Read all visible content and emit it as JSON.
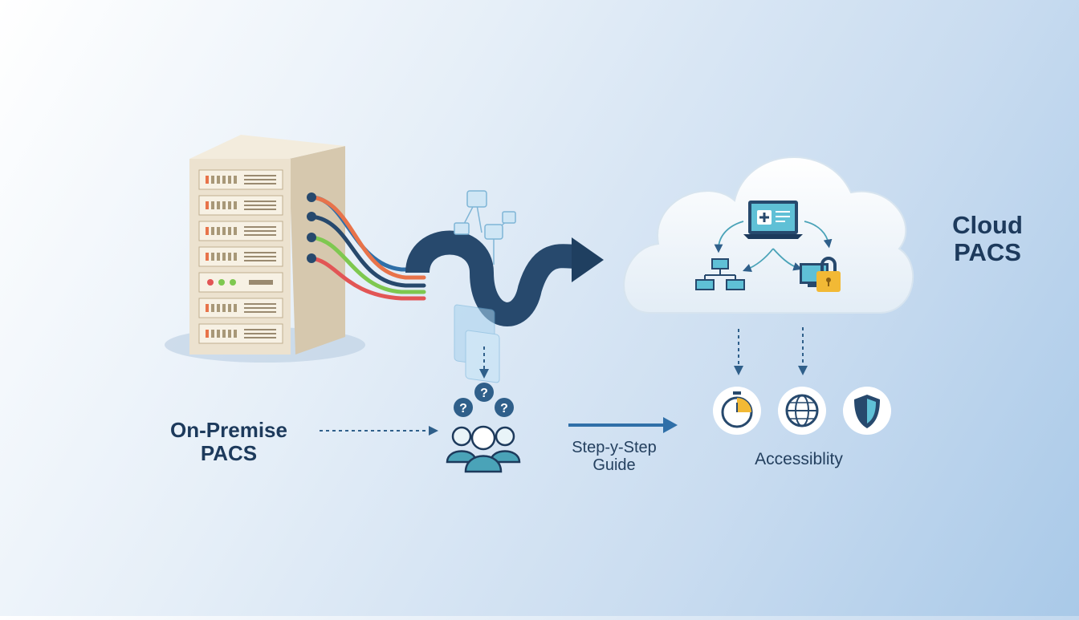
{
  "labels": {
    "on_premise": [
      "On-Premise",
      "PACS"
    ],
    "cloud": [
      "Cloud",
      "PACS"
    ],
    "guide": [
      "Step-y-Step",
      "Guide"
    ],
    "accessibility": "Accessiblity"
  },
  "colors": {
    "server_body": "#ece2cf",
    "server_side": "#d8cbb2",
    "pipe_dark": "#27496d",
    "cable_orange": "#e8734a",
    "cable_green": "#7ec850",
    "cable_red": "#e25555",
    "cable_blue": "#2f6fa8",
    "icon_teal": "#4aa3b8",
    "lock_yellow": "#f2b935",
    "text_dark": "#1d3a5c"
  },
  "icons": {
    "server": "server-rack-icon",
    "cloud": "cloud-icon",
    "people": "people-questions-icon",
    "stopwatch": "stopwatch-icon",
    "globe": "globe-icon",
    "shield": "shield-icon",
    "lock": "padlock-icon",
    "laptop": "laptop-icon",
    "network": "network-computers-icon"
  }
}
